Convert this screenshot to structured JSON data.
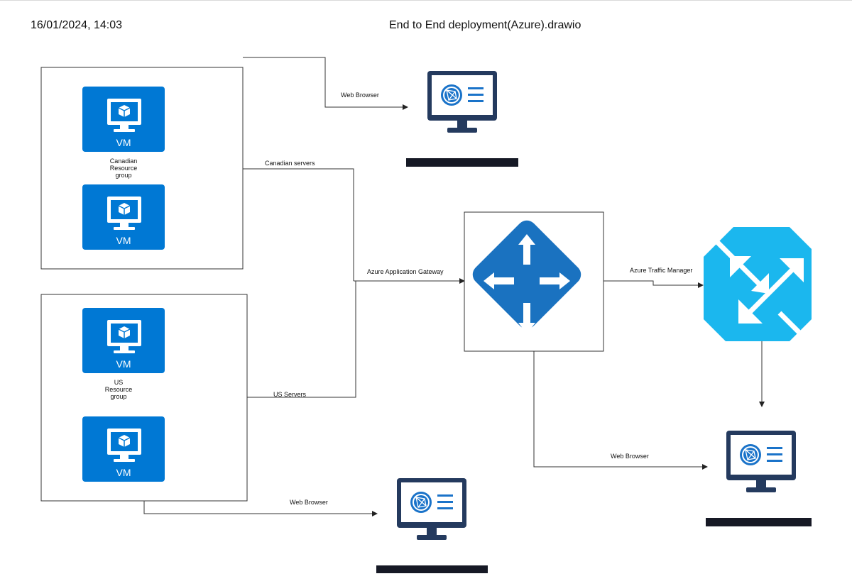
{
  "header": {
    "timestamp": "16/01/2024, 14:03",
    "document_title": "End to End deployment(Azure).drawio"
  },
  "groups": {
    "canadian": {
      "label": "Canadian\nResource\ngroup",
      "vm_labels": [
        "VM",
        "VM"
      ]
    },
    "us": {
      "label": "US\nResource\ngroup",
      "vm_labels": [
        "VM",
        "VM"
      ]
    }
  },
  "connectors": {
    "web_browser_top": "Web Browser",
    "canadian_servers": "Canadian servers",
    "azure_application_gateway": "Azure Application Gateway",
    "azure_traffic_manager": "Azure Traffic Manager",
    "us_servers": "US Servers",
    "web_browser_right": "Web Browser",
    "web_browser_bottom": "Web Browser"
  },
  "icons": {
    "vm": "virtual-machine-icon",
    "monitor": "web-browser-monitor-icon",
    "gateway": "application-gateway-icon",
    "traffic_manager": "traffic-manager-icon"
  },
  "colors": {
    "azure_blue": "#0078d4",
    "traffic_manager_cyan": "#1bb7ee",
    "monitor_dark": "#243a5e",
    "line": "#333333"
  }
}
